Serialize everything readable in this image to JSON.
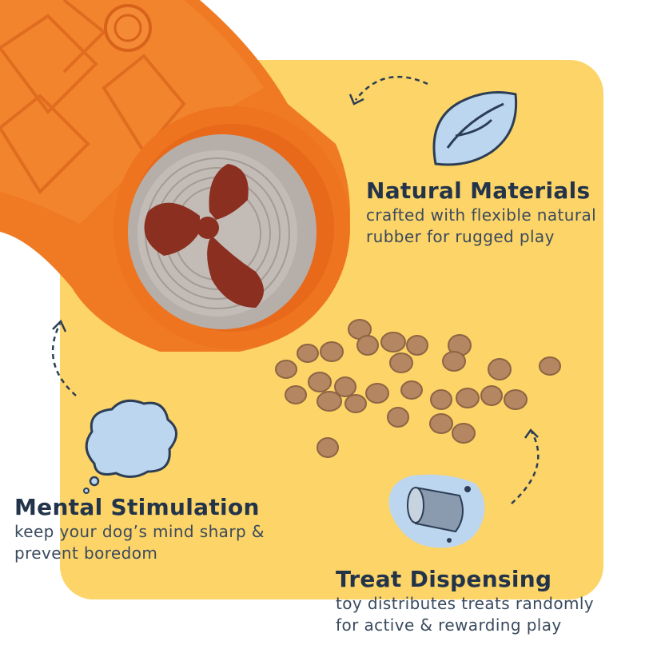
{
  "features": {
    "natural": {
      "title": "Natural Materials",
      "line1": "crafted with flexible natural",
      "line2": "rubber for rugged play",
      "icon": "leaf-icon"
    },
    "mental": {
      "title": "Mental Stimulation",
      "line1": "keep your dog’s mind sharp &",
      "line2": "prevent boredom",
      "icon": "thought-cloud-icon"
    },
    "treat": {
      "title": "Treat Dispensing",
      "line1": "toy distributes treats randomly",
      "line2": "for active & rewarding play",
      "icon": "treat-toy-icon"
    }
  },
  "colors": {
    "panel": "#fcd467",
    "toy_orange": "#f07a24",
    "text_dark": "#23344a",
    "icon_fill": "#bcd6f0"
  }
}
